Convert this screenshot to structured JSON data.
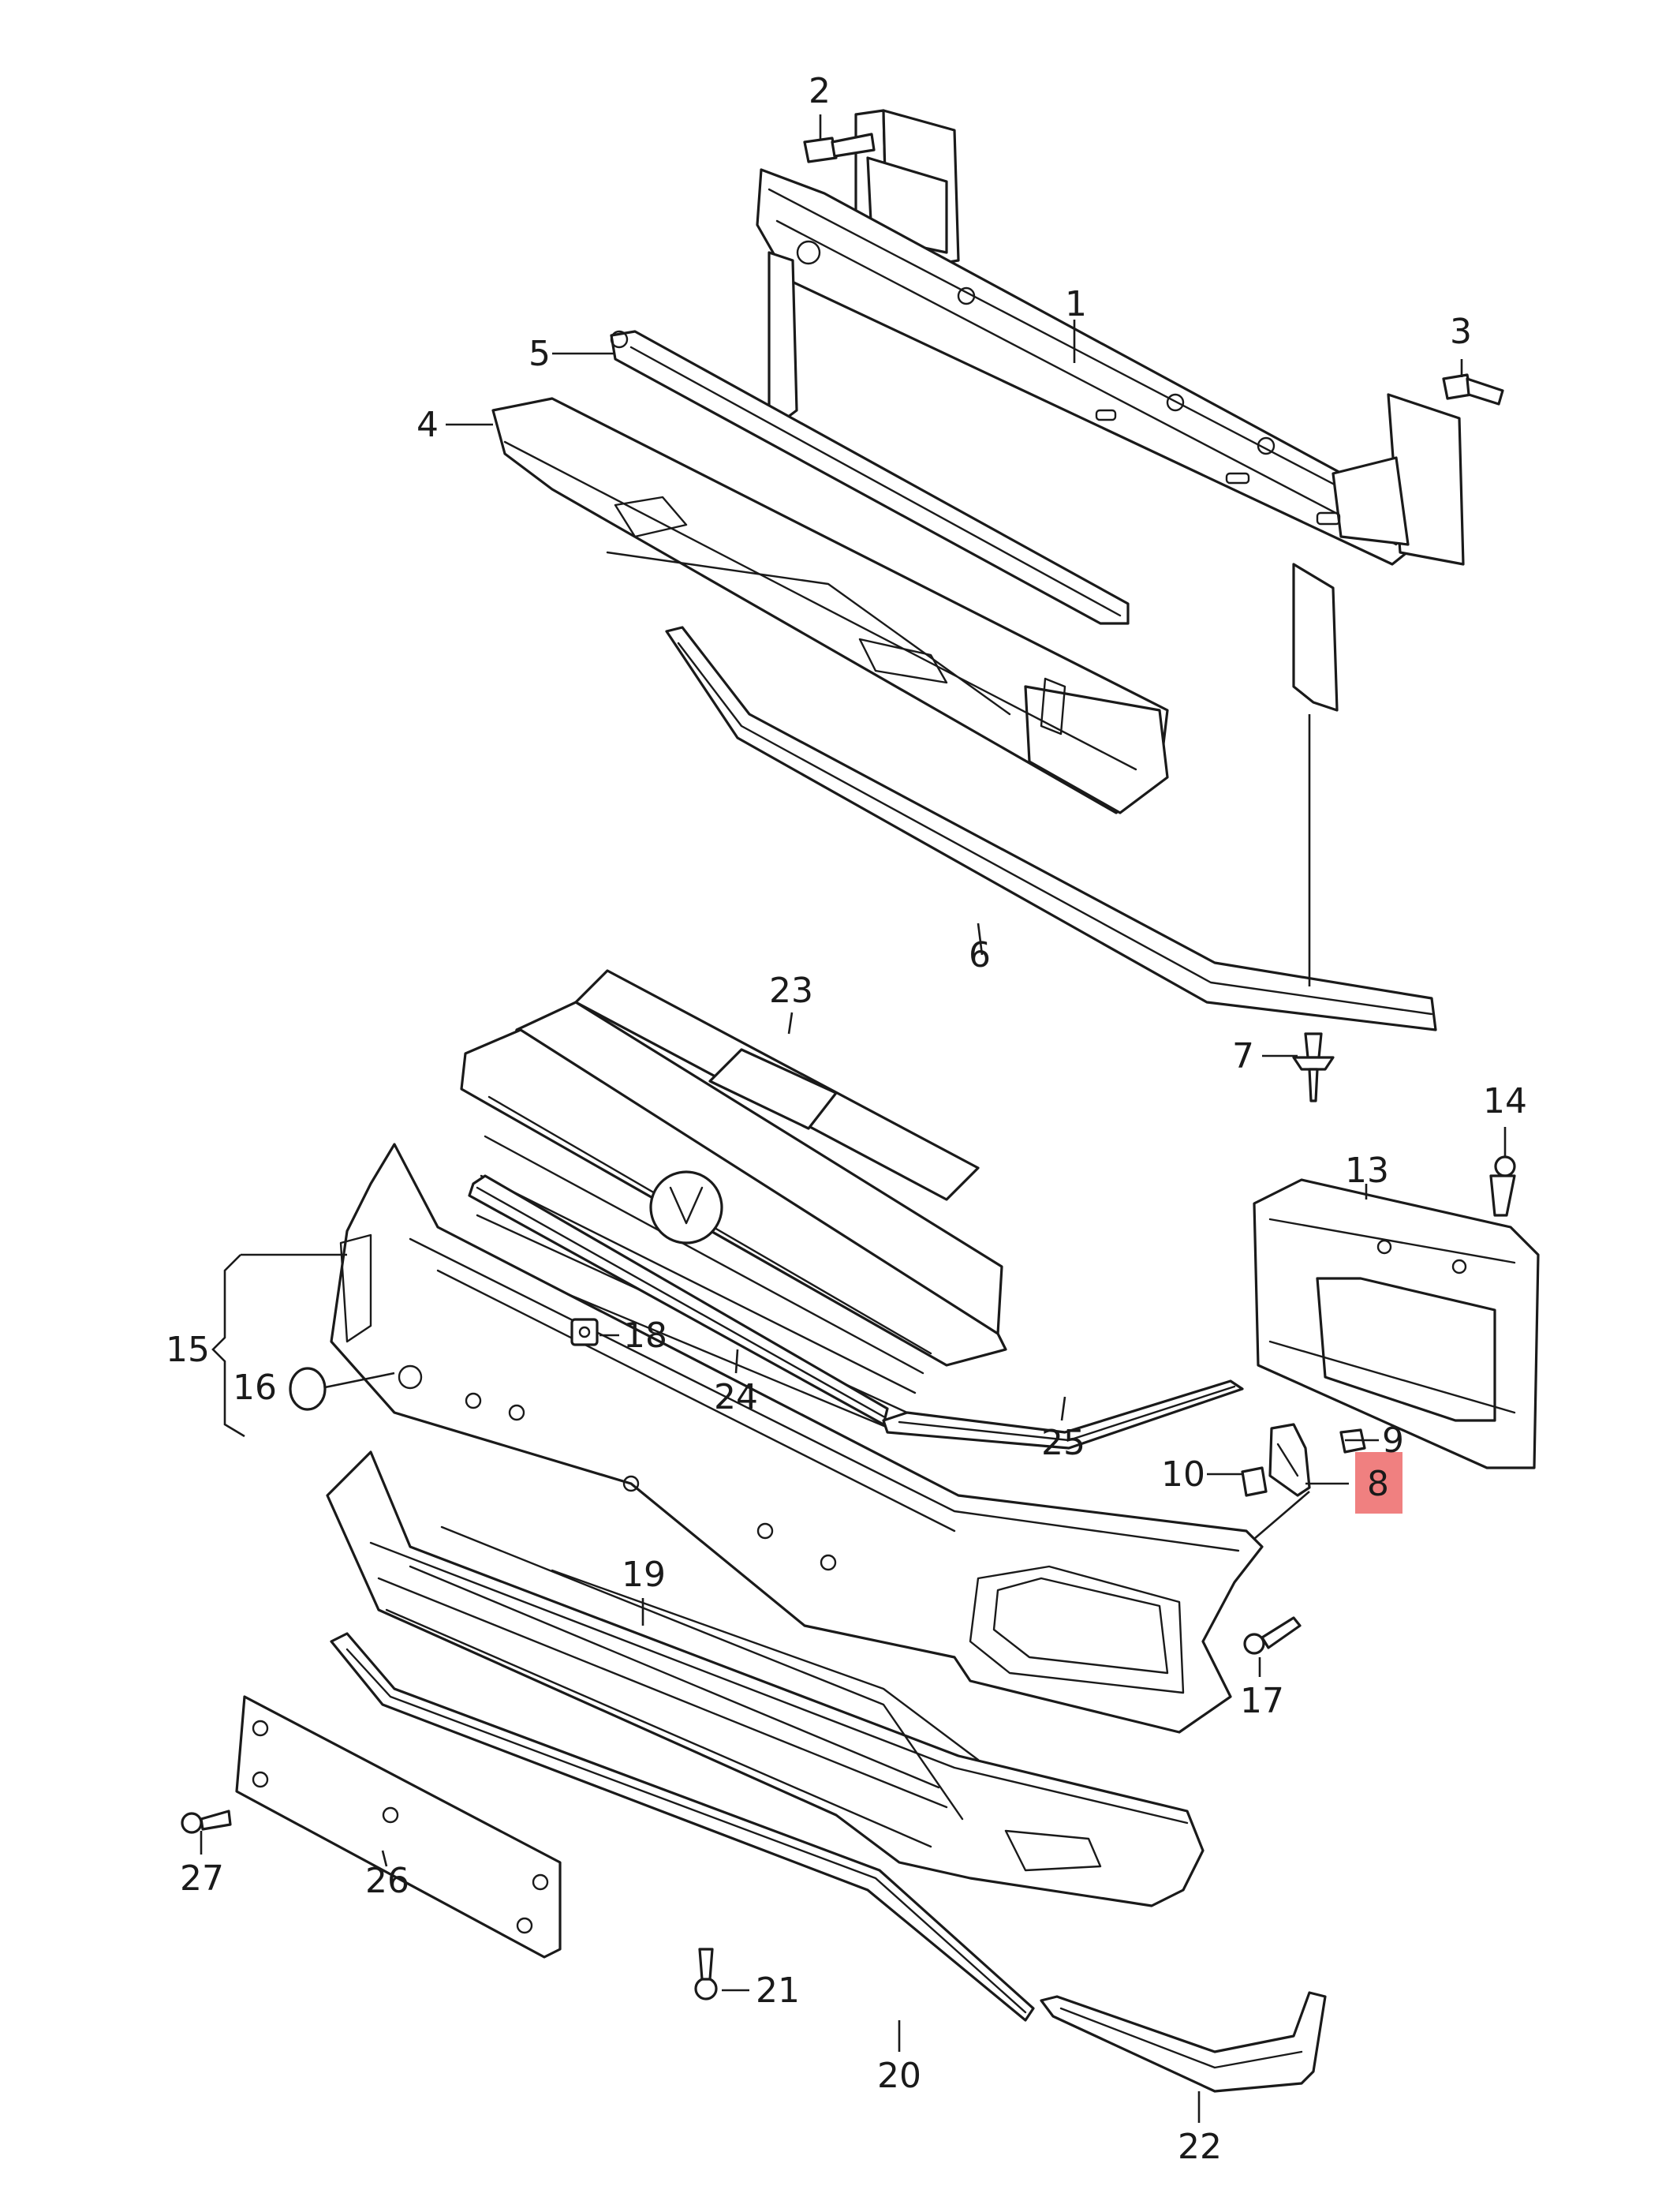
{
  "callouts": {
    "c1": "1",
    "c2": "2",
    "c3": "3",
    "c4": "4",
    "c5": "5",
    "c6": "6",
    "c7": "7",
    "c8": "8",
    "c9": "9",
    "c10": "10",
    "c13": "13",
    "c14": "14",
    "c15": "15",
    "c16": "16",
    "c17": "17",
    "c18": "18",
    "c19": "19",
    "c20": "20",
    "c21": "21",
    "c22": "22",
    "c23": "23",
    "c24": "24",
    "c25": "25",
    "c26": "26",
    "c27": "27"
  },
  "highlight_color": "#f08080"
}
